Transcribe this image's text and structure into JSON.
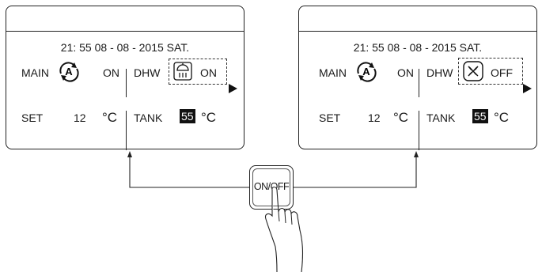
{
  "left_panel": {
    "datetime": "21: 55   08 - 08 - 2015 SAT.",
    "main_label": "MAIN",
    "main_mode_letter": "A",
    "main_state": "ON",
    "dhw_label": "DHW",
    "dhw_state": "ON",
    "dhw_icon": "shower-icon",
    "set_label": "SET",
    "set_value": "12",
    "set_unit": "°C",
    "tank_label": "TANK",
    "tank_value": "55",
    "tank_unit": "°C"
  },
  "right_panel": {
    "datetime": "21: 55   08 - 08 - 2015 SAT.",
    "main_label": "MAIN",
    "main_mode_letter": "A",
    "main_state": "ON",
    "dhw_label": "DHW",
    "dhw_state": "OFF",
    "dhw_icon": "x-box-icon",
    "set_label": "SET",
    "set_value": "12",
    "set_unit": "°C",
    "tank_label": "TANK",
    "tank_value": "55",
    "tank_unit": "°C"
  },
  "onoff_button": {
    "label": "ON/OFF"
  }
}
